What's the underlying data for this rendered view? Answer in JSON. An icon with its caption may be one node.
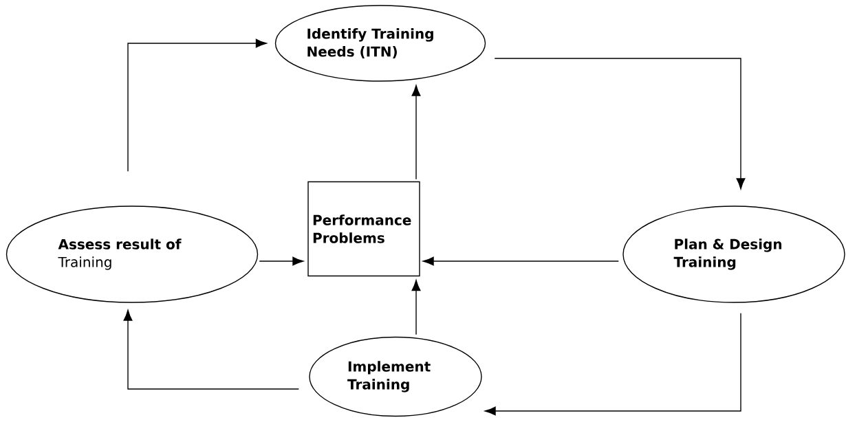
{
  "diagram": {
    "nodes": [
      {
        "text": [
          "Identify Training Needs (ITN)"
        ]
      },
      {
        "text": [
          "Plan & Design Training"
        ]
      },
      {
        "text": [
          "Implement Training"
        ]
      },
      {
        "text": [
          "**Assess result of** Training"
        ]
      },
      {
        "text": [
          "Performance Problems"
        ]
      }
    ],
    "edges": [
      {
        "from": 3,
        "to": 0,
        "arrow": "to"
      },
      {
        "from": 0,
        "to": 1,
        "arrow": "to"
      },
      {
        "from": 1,
        "to": 4,
        "arrow": "to"
      },
      {
        "from": 1,
        "to": 2,
        "arrow": "to"
      },
      {
        "from": 2,
        "to": 3,
        "arrow": "to"
      },
      {
        "from": 3,
        "to": 4,
        "arrow": "to"
      },
      {
        "from": 2,
        "to": 4,
        "arrow": "to"
      },
      {
        "from": 4,
        "to": 0,
        "arrow": "to"
      }
    ]
  }
}
